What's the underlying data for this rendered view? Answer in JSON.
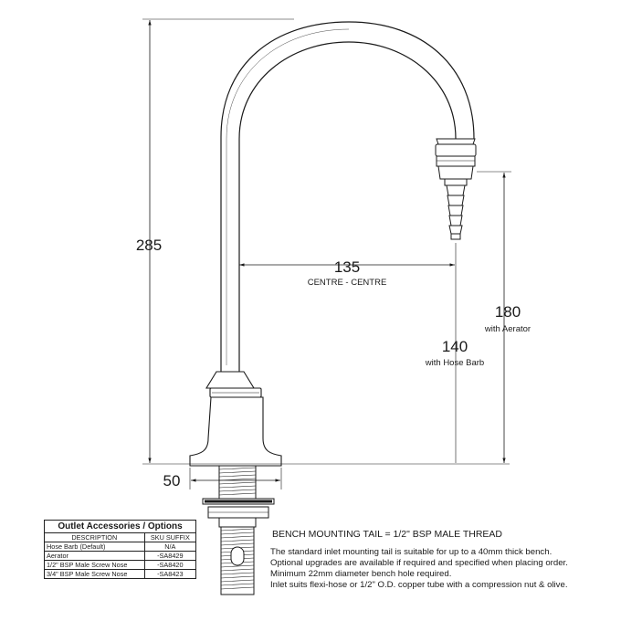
{
  "dimensions": {
    "height_total": {
      "value": "285"
    },
    "spout_reach": {
      "value": "135",
      "caption": "CENTRE - CENTRE"
    },
    "height_aerator": {
      "value": "180",
      "caption": "with Aerator"
    },
    "height_hose_barb": {
      "value": "140",
      "caption": "with Hose Barb"
    },
    "flange_width": {
      "value": "50"
    }
  },
  "accessories": {
    "title": "Outlet Accessories / Options",
    "columns": [
      "DESCRIPTION",
      "SKU SUFFIX"
    ],
    "rows": [
      {
        "description": "Hose Barb (Default)",
        "sku": "N/A"
      },
      {
        "description": "Aerator",
        "sku": "-SA8429"
      },
      {
        "description": "1/2\" BSP  Male Screw Nose",
        "sku": "-SA8420"
      },
      {
        "description": "3/4\" BSP  Male Screw Nose",
        "sku": "-SA8423"
      }
    ]
  },
  "notes": {
    "title": "BENCH MOUNTING TAIL = 1/2\" BSP MALE THREAD",
    "lines": [
      "The standard inlet mounting tail is suitable for up to a 40mm thick bench.",
      "Optional upgrades are available if required and specified when placing order.",
      "Minimum 22mm diameter bench hole required.",
      "Inlet suits flexi-hose or 1/2\" O.D. copper tube with a compression nut & olive."
    ]
  }
}
